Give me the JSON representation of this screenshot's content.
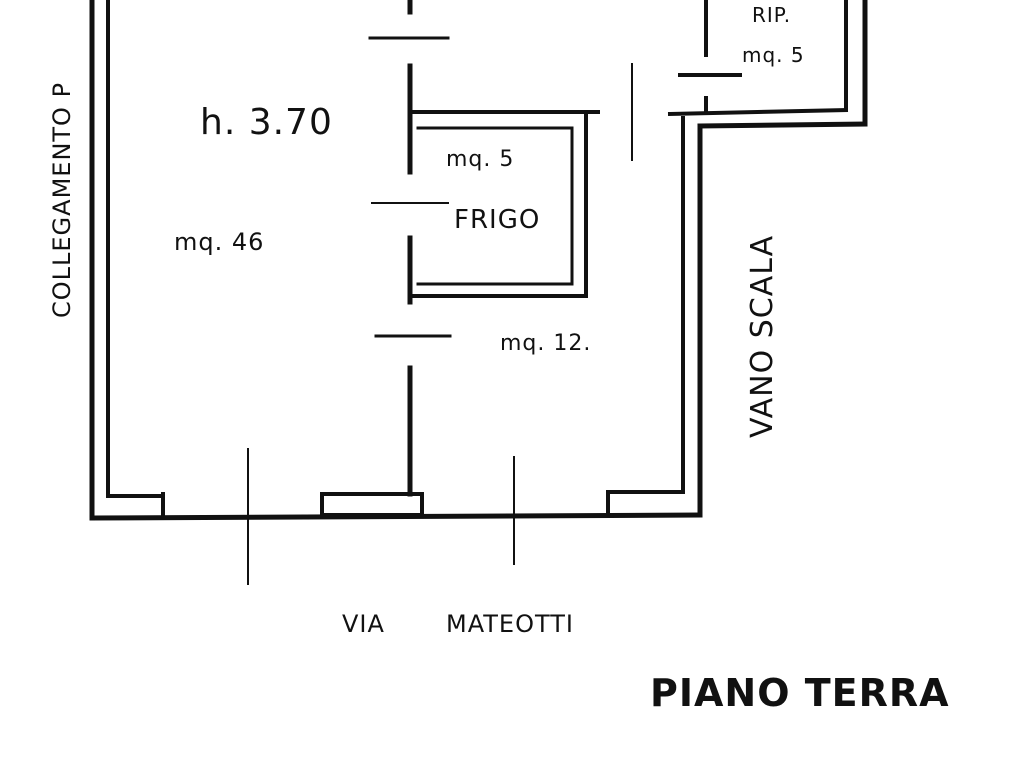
{
  "plan": {
    "side_label": "COLLEGAMENTO P",
    "stair_label": "VANO SCALA",
    "main_room": {
      "height": "h. 3.70",
      "area": "mq. 46"
    },
    "cold_room": {
      "area": "mq. 5",
      "name": "FRIGO"
    },
    "back_room": {
      "area": "mq. 12."
    },
    "storage": {
      "name": "RIP.",
      "area": "mq. 5"
    },
    "street": {
      "prefix": "VIA",
      "name": "MATEOTTI"
    },
    "floor_title": "PIANO TERRA"
  },
  "colors": {
    "ink": "#111111",
    "paper": "#ffffff"
  }
}
